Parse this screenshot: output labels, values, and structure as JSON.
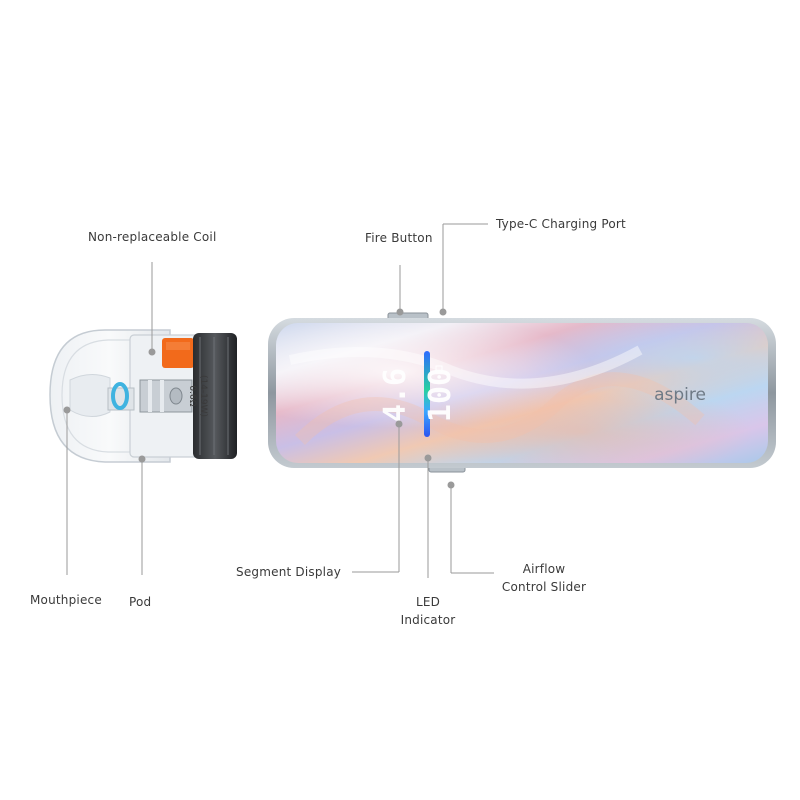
{
  "labels": {
    "coil": "Non-replaceable Coil",
    "fire_button": "Fire Button",
    "charging_port": "Type-C Charging Port",
    "mouthpiece": "Mouthpiece",
    "pod": "Pod",
    "segment_display": "Segment Display",
    "led_line1": "LED",
    "led_line2": "Indicator",
    "airflow_line1": "Airflow",
    "airflow_line2": "Control Slider"
  },
  "pod_print": {
    "resistance": "0.6Ω",
    "wattage": "(14-19W)"
  },
  "device": {
    "brand": "aspire",
    "display_left": "4.6",
    "display_right": "100"
  },
  "colors": {
    "coil_tab": "#f26a1b",
    "o_ring": "#3fb3e0",
    "leader_line": "#9a9a9a",
    "frame": "#9aa3ab"
  }
}
